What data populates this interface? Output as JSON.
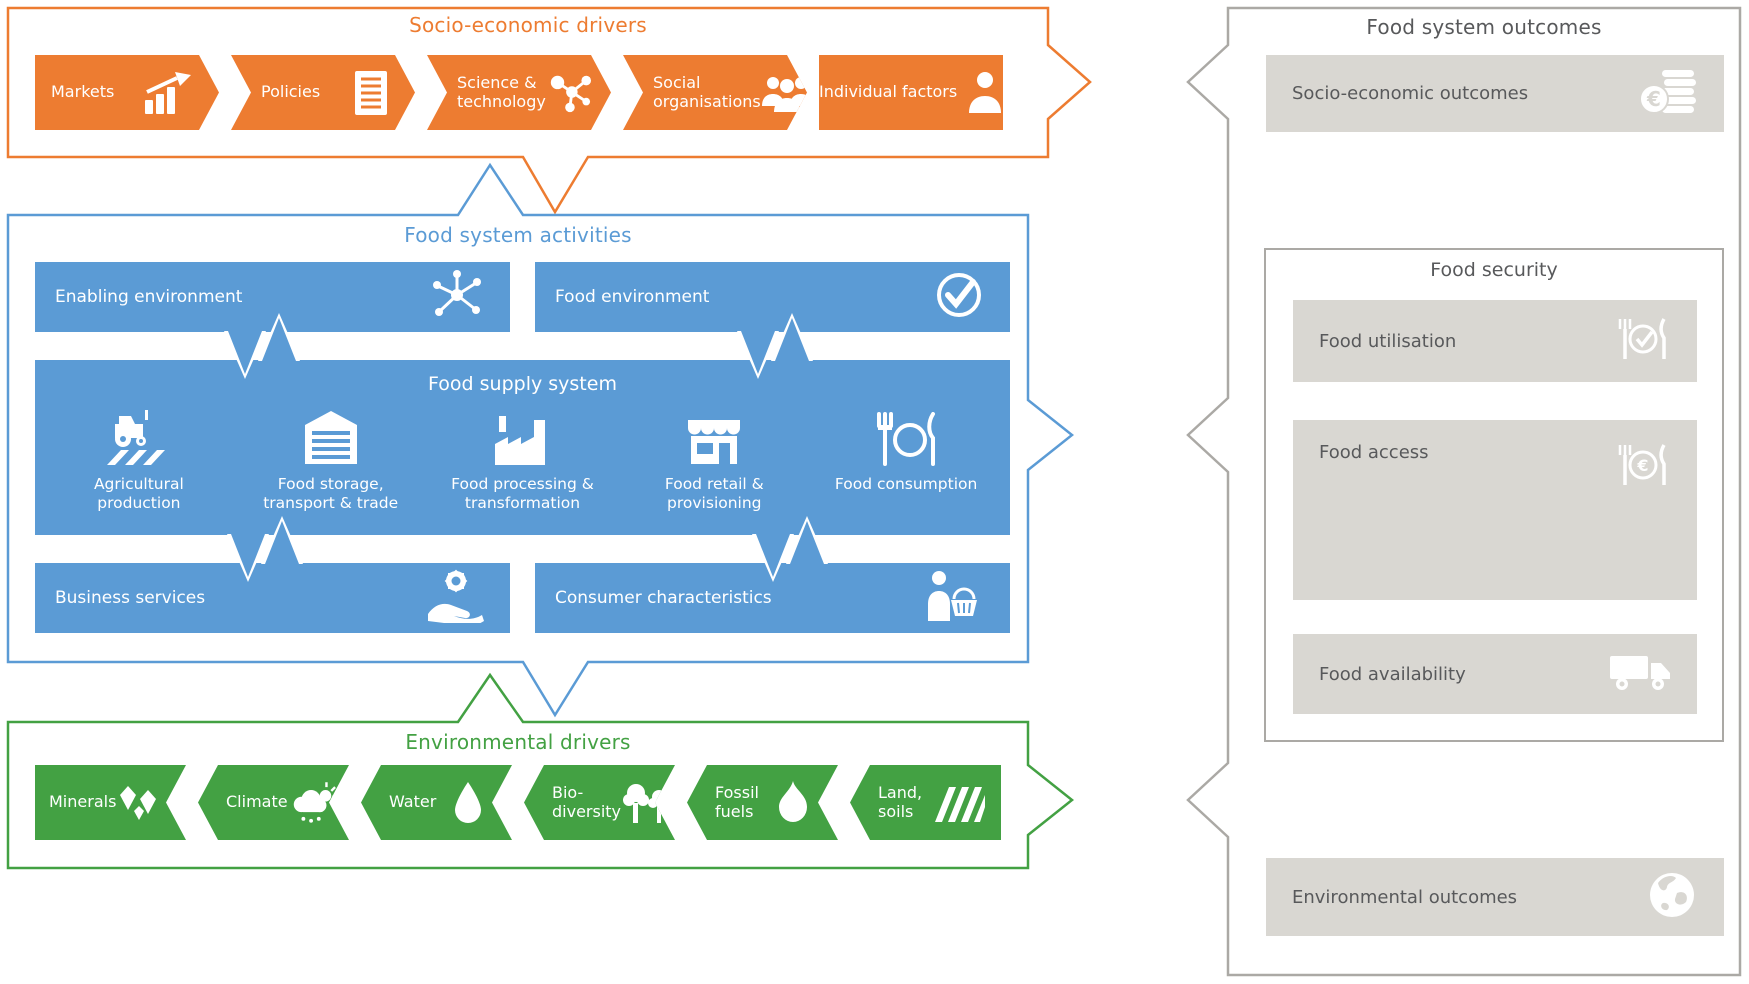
{
  "colors": {
    "orange": "#ED7C31",
    "blue": "#5B9BD5",
    "green": "#43A143",
    "gray_box": "#D9D7D2",
    "gray_border": "#ABA9A5",
    "gray_text": "#58595B"
  },
  "socio_drivers": {
    "title": "Socio-economic drivers",
    "items": [
      {
        "label": "Markets",
        "icon": "chart-growth-icon"
      },
      {
        "label": "Policies",
        "icon": "document-icon"
      },
      {
        "label": "Science & technology",
        "icon": "molecule-icon"
      },
      {
        "label": "Social organisations",
        "icon": "people-group-icon"
      },
      {
        "label": "Individual factors",
        "icon": "person-icon"
      }
    ]
  },
  "activities": {
    "title": "Food system activities",
    "enabling_environment": "Enabling environment",
    "food_environment": "Food environment",
    "business_services": "Business services",
    "consumer_characteristics": "Consumer characteristics",
    "supply": {
      "title": "Food supply system",
      "stages": [
        {
          "label": "Agricultural production",
          "icon": "tractor-icon"
        },
        {
          "label": "Food storage, transport & trade",
          "icon": "warehouse-icon"
        },
        {
          "label": "Food processing & transformation",
          "icon": "factory-icon"
        },
        {
          "label": "Food retail & provisioning",
          "icon": "storefront-icon"
        },
        {
          "label": "Food consumption",
          "icon": "cutlery-icon"
        }
      ]
    }
  },
  "env_drivers": {
    "title": "Environmental drivers",
    "items": [
      {
        "label": "Minerals",
        "icon": "gems-icon"
      },
      {
        "label": "Climate",
        "icon": "climate-icon"
      },
      {
        "label": "Water",
        "icon": "droplet-icon"
      },
      {
        "label": "Bio-diversity",
        "icon": "trees-icon"
      },
      {
        "label": "Fossil fuels",
        "icon": "flame-icon"
      },
      {
        "label": "Land, soils",
        "icon": "field-icon"
      }
    ]
  },
  "outcomes": {
    "title": "Food system outcomes",
    "socio_economic": "Socio-economic outcomes",
    "environmental": "Environmental outcomes",
    "food_security": {
      "title": "Food security",
      "items": [
        {
          "label": "Food utilisation",
          "icon": "plate-check-icon"
        },
        {
          "label": "Food access",
          "icon": "plate-euro-icon"
        },
        {
          "label": "Food availability",
          "icon": "truck-icon"
        }
      ]
    }
  }
}
